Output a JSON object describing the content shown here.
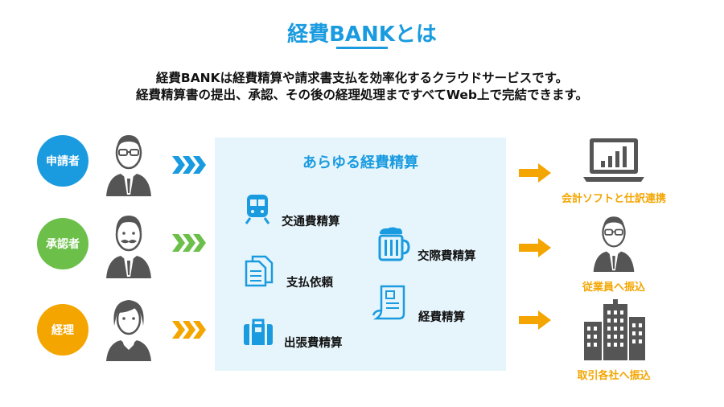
{
  "header": {
    "title": "経費BANKとは",
    "desc_line1": "経費BANKは経費精算や請求書支払を効率化するクラウドサービスです。",
    "desc_line2": "経費精算書の提出、承認、その後の経理処理まですべてWeb上で完結できます。"
  },
  "roles": [
    {
      "label": "申請者",
      "color": "#1a9be0"
    },
    {
      "label": "承認者",
      "color": "#6cc04a"
    },
    {
      "label": "経理",
      "color": "#f4a500"
    }
  ],
  "panel": {
    "title": "あらゆる経費精算",
    "items": [
      {
        "label": "交通費精算",
        "icon": "train-icon"
      },
      {
        "label": "交際費精算",
        "icon": "beer-mug-icon"
      },
      {
        "label": "支払依頼",
        "icon": "documents-icon"
      },
      {
        "label": "経費精算",
        "icon": "receipt-icon"
      },
      {
        "label": "出張費精算",
        "icon": "suitcase-icon"
      }
    ]
  },
  "outputs": [
    {
      "label": "会計ソフトと仕訳連携",
      "icon": "laptop-chart-icon"
    },
    {
      "label": "従業員へ振込",
      "icon": "employee-icon"
    },
    {
      "label": "取引各社へ振込",
      "icon": "buildings-icon"
    }
  ],
  "colors": {
    "blue": "#1a9be0",
    "green": "#6cc04a",
    "orange": "#f4a500",
    "icon_gray": "#555555",
    "panel_bg": "#e6f5fc"
  }
}
